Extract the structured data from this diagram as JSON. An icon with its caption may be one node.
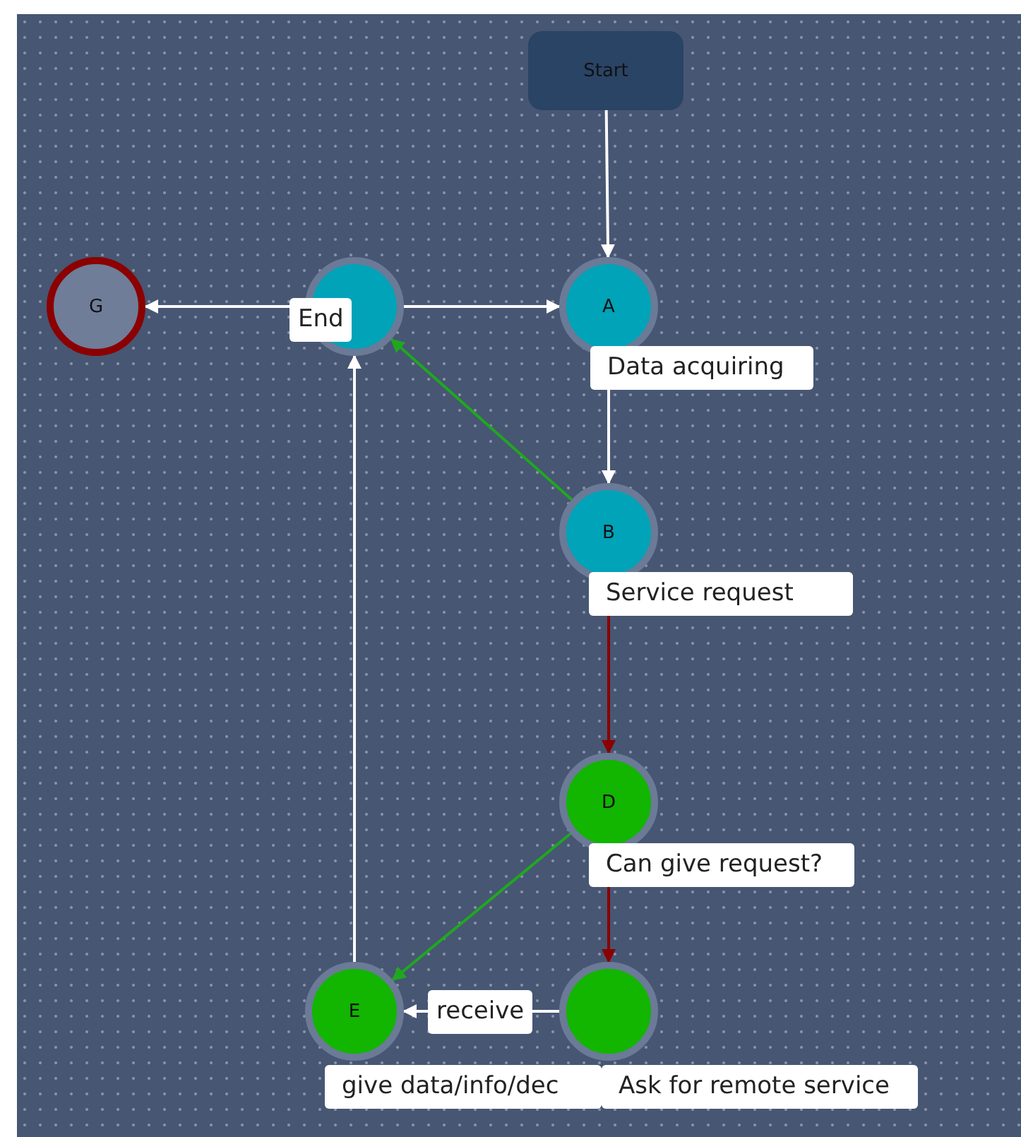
{
  "diagram": {
    "nodes": [
      {
        "text": [
          "Start"
        ]
      },
      {
        "text": [
          "G"
        ]
      },
      {
        "text": [],
        "shape": "circle"
      },
      {
        "text": [
          "A"
        ],
        "beside": [
          "Data acquiring"
        ]
      },
      {
        "text": [
          "B"
        ],
        "beside": [
          "Service request"
        ]
      },
      {
        "text": [
          "D"
        ],
        "beside": [
          "Can give request?"
        ]
      },
      {
        "text": [
          "E"
        ],
        "beside": [
          "give data/info/dec"
        ]
      },
      {
        "text": [],
        "shape": "circle",
        "beside": [
          "Ask for remote service"
        ]
      }
    ],
    "edges": [
      {
        "from": 0,
        "to": 3,
        "arrow": "to"
      },
      {
        "from": 2,
        "to": 3,
        "arrow": "to"
      },
      {
        "from": 2,
        "to": 1,
        "arrow": "to",
        "label": "End"
      },
      {
        "from": 3,
        "to": 4,
        "arrow": "to"
      },
      {
        "from": 4,
        "to": 2,
        "arrow": "to",
        "color": "#1fa81f"
      },
      {
        "from": 4,
        "to": 5,
        "arrow": "to",
        "color": "#8b0000"
      },
      {
        "from": 5,
        "to": 6,
        "arrow": "to",
        "color": "#1fa81f"
      },
      {
        "from": 5,
        "to": 7,
        "arrow": "to",
        "color": "#8b0000"
      },
      {
        "from": 7,
        "to": 6,
        "arrow": "to",
        "label": "receive"
      },
      {
        "from": 6,
        "to": 2,
        "arrow": "to"
      }
    ]
  }
}
